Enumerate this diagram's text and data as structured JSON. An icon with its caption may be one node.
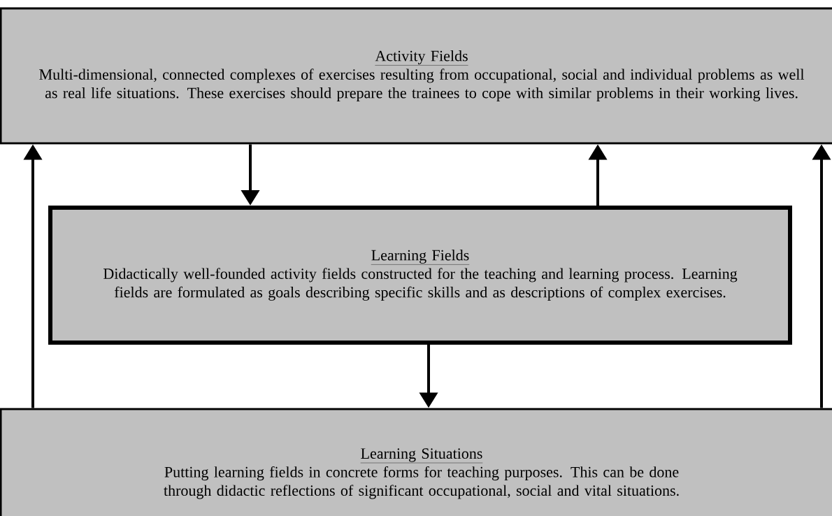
{
  "diagram": {
    "nodes": [
      {
        "text": [
          "Activity Fields",
          "Multi-dimensional, connected complexes of exercises resulting from occupational, social and individual problems as well as real life situations. These exercises should prepare the trainees to cope with similar problems in their working lives."
        ]
      },
      {
        "text": [
          "Learning Fields",
          "Didactically well-founded activity fields constructed for the teaching and learning process. Learning fields are formulated as goals describing specific skills and as descriptions of complex exercises."
        ]
      },
      {
        "text": [
          "Learning Situations",
          "Putting learning fields in concrete forms for teaching purposes. This can be done through didactic reflections of significant occupational, social and vital situations."
        ]
      }
    ],
    "edges": [
      {
        "from": 0,
        "to": 1,
        "arrow": "to"
      },
      {
        "from": 1,
        "to": 0,
        "arrow": "to"
      },
      {
        "from": 1,
        "to": 2,
        "arrow": "to"
      },
      {
        "from": 2,
        "to": 0,
        "arrow": "to"
      },
      {
        "from": 2,
        "to": 0,
        "arrow": "to"
      }
    ]
  }
}
